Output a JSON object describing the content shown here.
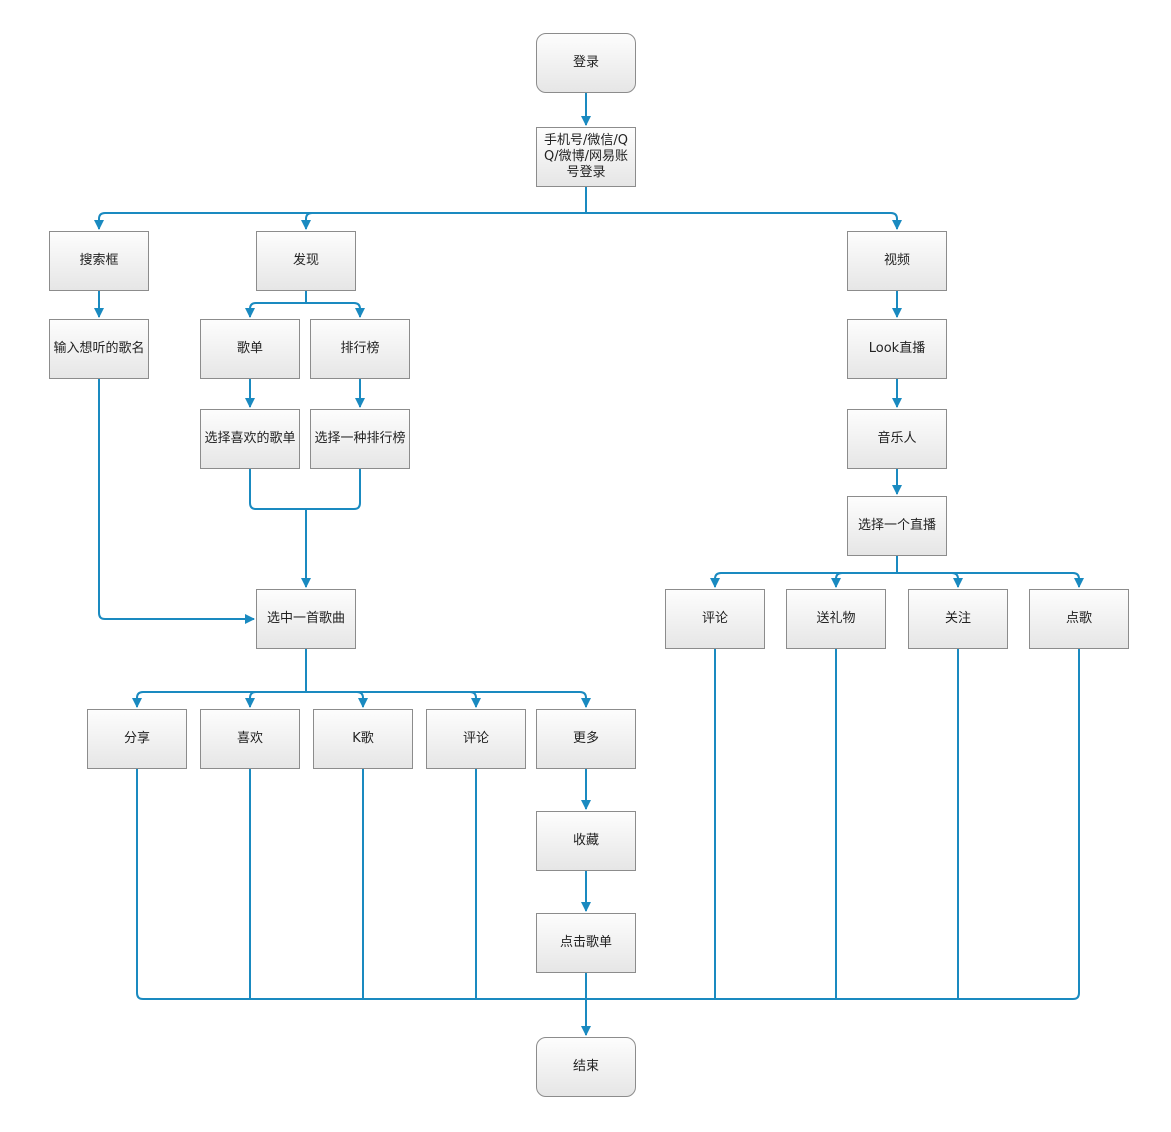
{
  "diagram": {
    "edge_color": "#1a8ac0",
    "nodes": {
      "login": "登录",
      "login_method": "手机号/微信/QQ/微博/网易账号登录",
      "search_box": "搜索框",
      "discover": "发现",
      "video": "视频",
      "input_song_name": "输入想听的歌名",
      "playlist": "歌单",
      "chart": "排行榜",
      "look_live": "Look直播",
      "pick_favorite_playlist": "选择喜欢的歌单",
      "pick_chart": "选择一种排行榜",
      "musician": "音乐人",
      "pick_live": "选择一个直播",
      "pick_song": "选中一首歌曲",
      "live_comment": "评论",
      "send_gift": "送礼物",
      "follow": "关注",
      "request_song": "点歌",
      "share": "分享",
      "like": "喜欢",
      "karaoke": "K歌",
      "song_comment": "评论",
      "more": "更多",
      "collect": "收藏",
      "click_playlist": "点击歌单",
      "end": "结束"
    },
    "edges": [
      [
        "login",
        "login_method"
      ],
      [
        "login_method",
        "search_box"
      ],
      [
        "login_method",
        "discover"
      ],
      [
        "login_method",
        "video"
      ],
      [
        "search_box",
        "input_song_name"
      ],
      [
        "discover",
        "playlist"
      ],
      [
        "discover",
        "chart"
      ],
      [
        "playlist",
        "pick_favorite_playlist"
      ],
      [
        "chart",
        "pick_chart"
      ],
      [
        "pick_favorite_playlist",
        "pick_song"
      ],
      [
        "pick_chart",
        "pick_song"
      ],
      [
        "input_song_name",
        "pick_song"
      ],
      [
        "video",
        "look_live"
      ],
      [
        "look_live",
        "musician"
      ],
      [
        "musician",
        "pick_live"
      ],
      [
        "pick_live",
        "live_comment"
      ],
      [
        "pick_live",
        "send_gift"
      ],
      [
        "pick_live",
        "follow"
      ],
      [
        "pick_live",
        "request_song"
      ],
      [
        "pick_song",
        "share"
      ],
      [
        "pick_song",
        "like"
      ],
      [
        "pick_song",
        "karaoke"
      ],
      [
        "pick_song",
        "song_comment"
      ],
      [
        "pick_song",
        "more"
      ],
      [
        "more",
        "collect"
      ],
      [
        "collect",
        "click_playlist"
      ],
      [
        "share",
        "end"
      ],
      [
        "like",
        "end"
      ],
      [
        "karaoke",
        "end"
      ],
      [
        "song_comment",
        "end"
      ],
      [
        "click_playlist",
        "end"
      ],
      [
        "live_comment",
        "end"
      ],
      [
        "send_gift",
        "end"
      ],
      [
        "follow",
        "end"
      ],
      [
        "request_song",
        "end"
      ]
    ]
  }
}
